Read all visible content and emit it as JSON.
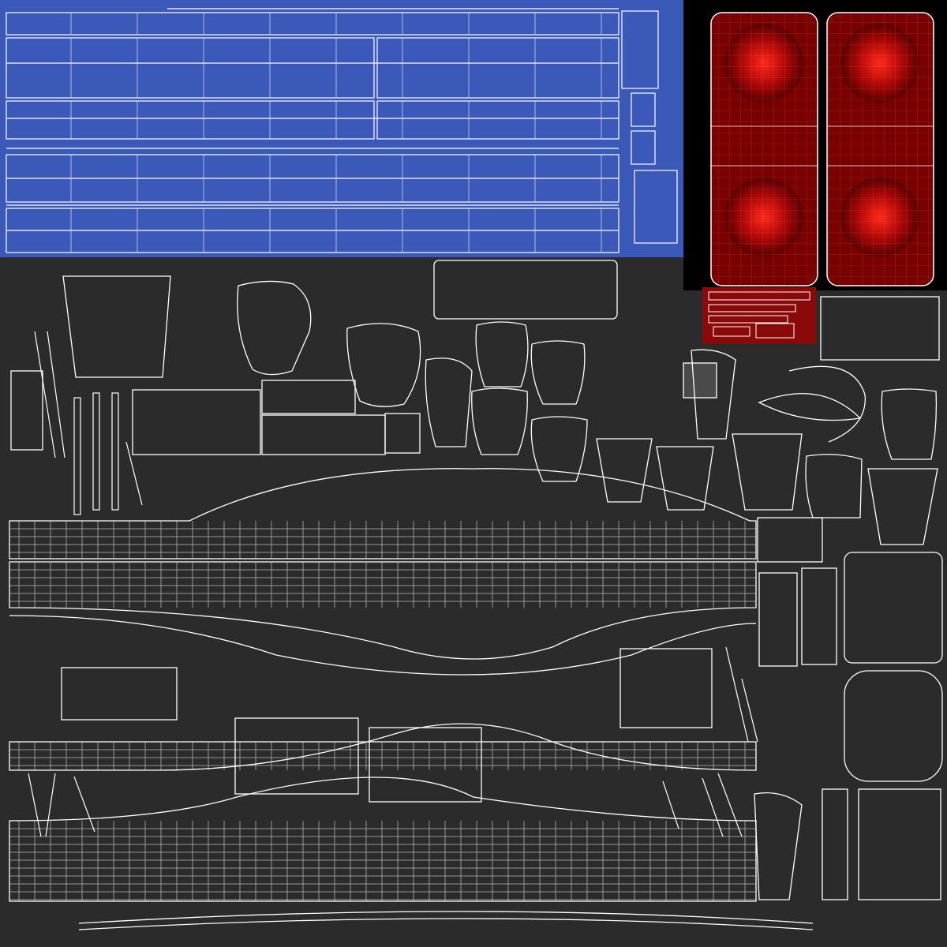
{
  "colors": {
    "background": "#2b2b2b",
    "blue_panel": "#3a59b8",
    "black_panel": "#000000",
    "red_texture": "#7a0000",
    "red_glow": "#e01010",
    "red_strip": "#8a0a0a",
    "wire": "#ffffff"
  },
  "icons": {
    "blue-panel": "uv-shell-group",
    "tail-light": "red-lamp-texture",
    "uv-island": "wireframe-shell"
  }
}
